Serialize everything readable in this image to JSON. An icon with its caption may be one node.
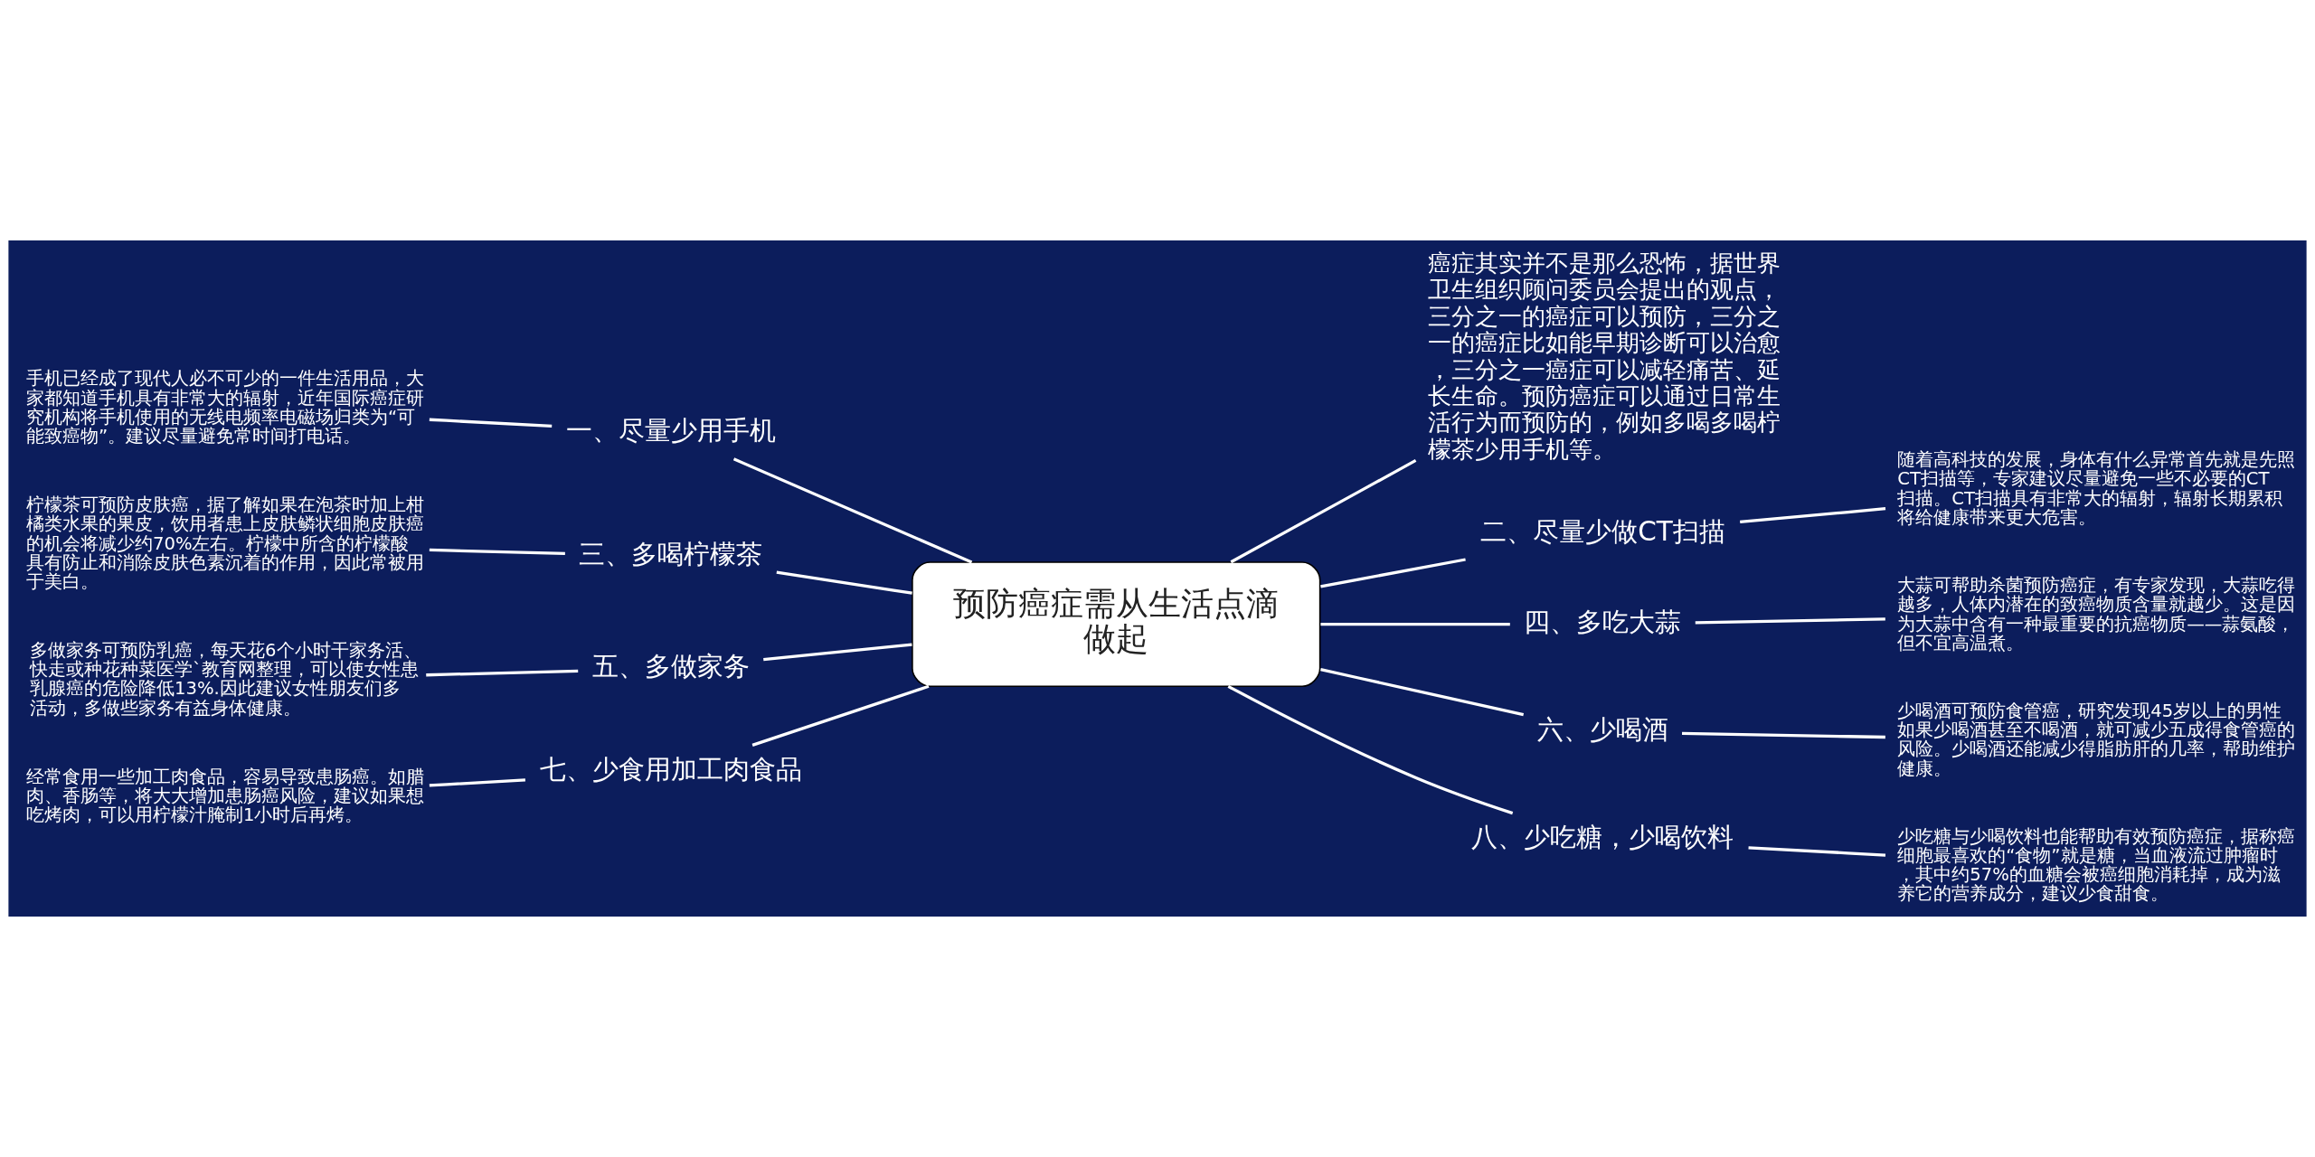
{
  "diagram": {
    "nodes": [
      {
        "text": [
          "预防癌症需从生活点滴做起"
        ]
      },
      {
        "text": [
          "癌症其实并不是那么恐怖，据世界卫生组织顾问委员会提出的观点，三分之一的癌症可以预防，三分之一的癌症比如能早期诊断可以治愈，三分之一癌症可以减轻痛苦、延长生命。预防癌症可以通过日常生活行为而预防的，例如多喝多喝柠檬茶少用手机等。"
        ]
      },
      {
        "text": [
          "一、尽量少用手机"
        ]
      },
      {
        "text": [
          "手机已经成了现代人必不可少的一件生活用品，大家都知道手机具有非常大的辐射，近年国际癌症研究机构将手机使用的无线电频率电磁场归类为“可能致癌物”。建议尽量避免常时间打电话。"
        ]
      },
      {
        "text": [
          "二、尽量少做CT扫描"
        ]
      },
      {
        "text": [
          "随着高科技的发展，身体有什么异常首先就是先照CT扫描等，专家建议尽量避免一些不必要的CT扫描。CT扫描具有非常大的辐射，辐射长期累积将给健康带来更大危害。"
        ]
      },
      {
        "text": [
          "三、多喝柠檬茶"
        ]
      },
      {
        "text": [
          "柠檬茶可预防皮肤癌，据了解如果在泡茶时加上柑橘类水果的果皮，饮用者患上皮肤鳞状细胞皮肤癌的机会将减少约70%左右。柠檬中所含的柠檬酸具有防止和消除皮肤色素沉着的作用，因此常被用于美白。"
        ]
      },
      {
        "text": [
          "四、多吃大蒜"
        ]
      },
      {
        "text": [
          "大蒜可帮助杀菌预防癌症，有专家发现，大蒜吃得越多，人体内潜在的致癌物质含量就越少。这是因为大蒜中含有一种最重要的抗癌物质——蒜氨酸，但不宜高温煮。"
        ]
      },
      {
        "text": [
          "五、多做家务"
        ]
      },
      {
        "text": [
          "多做家务可预防乳癌，每天花6个小时干家务活、快走或种花种菜医学`教育网整理，可以使女性患乳腺癌的危险降低13%.因此建议女性朋友们多活动，多做些家务有益身体健康。"
        ]
      },
      {
        "text": [
          "六、少喝酒"
        ]
      },
      {
        "text": [
          "少喝酒可预防食管癌，研究发现45岁以上的男性如果少喝酒甚至不喝酒，就可减少五成得食管癌的风险。少喝酒还能减少得脂肪肝的几率，帮助维护健康。"
        ]
      },
      {
        "text": [
          "七、少食用加工肉食品"
        ]
      },
      {
        "text": [
          "经常食用一些加工肉食品，容易导致患肠癌。如腊肉、香肠等，将大大增加患肠癌风险，建议如果想吃烤肉，可以用柠檬汁腌制1小时后再烤。"
        ]
      },
      {
        "text": [
          "八、少吃糖，少喝饮料"
        ]
      },
      {
        "text": [
          "少吃糖与少喝饮料也能帮助有效预防癌症，据称癌细胞最喜欢的“食物”就是糖，当血液流过肿瘤时，其中约57%的血糖会被癌细胞消耗掉，成为滋养它的营养成分，建议少食甜食。"
        ]
      }
    ],
    "edges": [
      {
        "from": 0,
        "to": 1,
        "arrow": "none"
      },
      {
        "from": 2,
        "to": 0,
        "arrow": "none"
      },
      {
        "from": 3,
        "to": 2,
        "arrow": "none"
      },
      {
        "from": 0,
        "to": 4,
        "arrow": "none"
      },
      {
        "from": 4,
        "to": 5,
        "arrow": "none"
      },
      {
        "from": 6,
        "to": 0,
        "arrow": "none"
      },
      {
        "from": 7,
        "to": 6,
        "arrow": "none"
      },
      {
        "from": 0,
        "to": 8,
        "arrow": "none"
      },
      {
        "from": 8,
        "to": 9,
        "arrow": "none"
      },
      {
        "from": 10,
        "to": 0,
        "arrow": "none"
      },
      {
        "from": 11,
        "to": 10,
        "arrow": "none"
      },
      {
        "from": 0,
        "to": 12,
        "arrow": "none"
      },
      {
        "from": 12,
        "to": 13,
        "arrow": "none"
      },
      {
        "from": 14,
        "to": 0,
        "arrow": "none"
      },
      {
        "from": 15,
        "to": 14,
        "arrow": "none"
      },
      {
        "from": 0,
        "to": 16,
        "arrow": "none"
      },
      {
        "from": 16,
        "to": 17,
        "arrow": "none"
      }
    ]
  }
}
